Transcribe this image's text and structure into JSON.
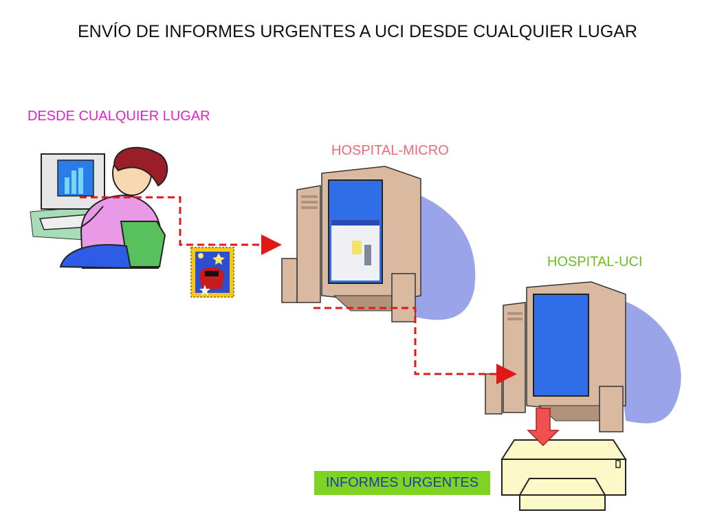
{
  "title": "ENVÍO DE INFORMES URGENTES A UCI DESDE CUALQUIER LUGAR",
  "labels": {
    "origin": "DESDE CUALQUIER LUGAR",
    "micro": "HOSPITAL-MICRO",
    "uci": "HOSPITAL-UCI",
    "reports": "INFORMES URGENTES"
  },
  "colors": {
    "origin": "#e020c8",
    "micro": "#f06878",
    "uci": "#6cc01e",
    "badge_bg": "#7fd321",
    "badge_text": "#1f3ea8",
    "connector": "#e01818",
    "printer": "#fdf8c8",
    "screen": "#2f6ee6",
    "computer_body": "#d9b9a0",
    "shadow": "#9aa4e8"
  },
  "icons": {
    "origin": "woman-at-computer-icon",
    "link": "telephone-stamp-icon",
    "micro": "desktop-computer-icon",
    "uci": "desktop-computer-icon",
    "output": "printer-icon",
    "output_arrow": "down-arrow-icon"
  }
}
